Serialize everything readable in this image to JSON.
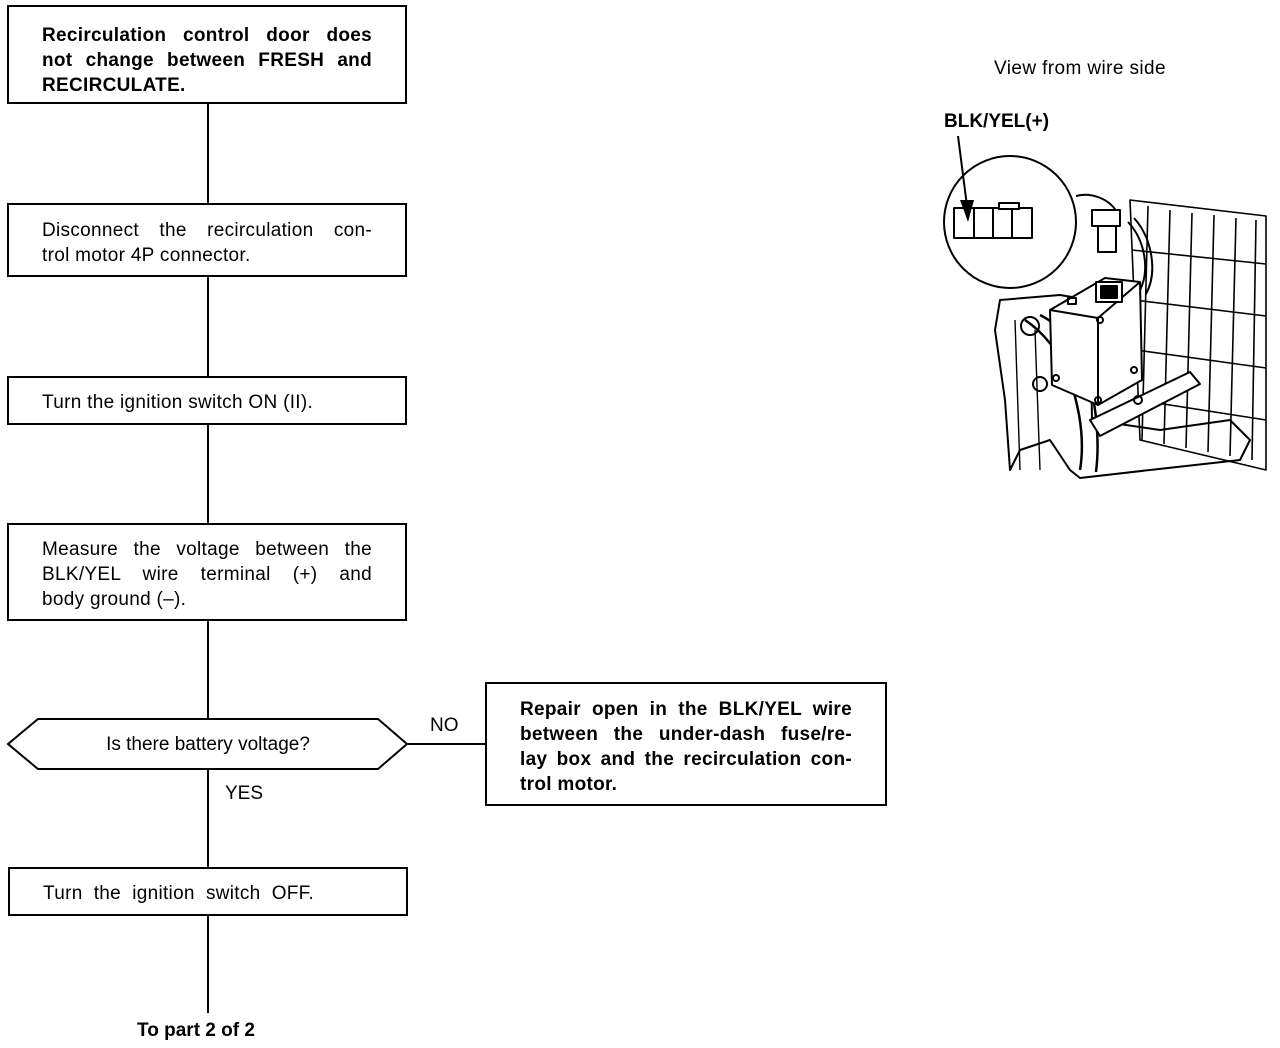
{
  "flow": {
    "start": {
      "lines": [
        "Recirculation control door does",
        "not change between FRESH and",
        "RECIRCULATE."
      ]
    },
    "step1": {
      "lines": [
        "Disconnect the recirculation con-",
        "trol motor 4P connector."
      ]
    },
    "step2": {
      "text": "Turn the ignition switch ON (II)."
    },
    "step3": {
      "lines": [
        "Measure the voltage between the",
        "BLK/YEL wire terminal (+) and",
        "body ground (–)."
      ]
    },
    "decision": {
      "text": "Is there battery voltage?",
      "no_label": "NO",
      "yes_label": "YES"
    },
    "repair": {
      "lines": [
        "Repair open in the BLK/YEL wire",
        "between the under-dash fuse/re-",
        "lay box and the recirculation con-",
        "trol motor."
      ]
    },
    "step4": {
      "text": "Turn  the  ignition  switch  OFF."
    },
    "continue": "To part 2 of 2"
  },
  "illustration": {
    "view_label": "View from wire side",
    "wire_label": "BLK/YEL(+)"
  }
}
